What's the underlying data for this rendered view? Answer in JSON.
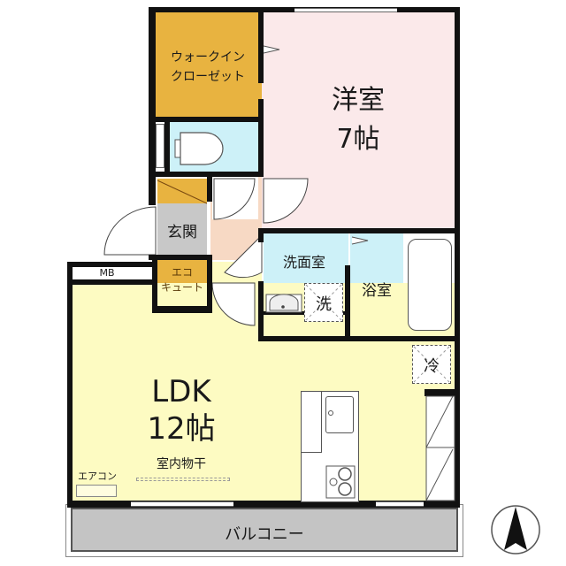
{
  "plan": {
    "colors": {
      "closet": "#e8b340",
      "western_room": "#fbe9ea",
      "wet_areas": "#cdf1f8",
      "entrance": "#c8c8c8",
      "hallway": "#f7d9c4",
      "ldk": "#fdfbc2",
      "balcony": "#c4c4c4",
      "wall": "#111111"
    },
    "rooms": {
      "walk_in_closet": {
        "line1": "ウォークイン",
        "line2": "クローゼット"
      },
      "western_room": {
        "name": "洋室",
        "size": "7帖"
      },
      "entrance": {
        "name": "玄関"
      },
      "eco_cute": {
        "line1": "エコ",
        "line2": "キュート"
      },
      "meter_box": {
        "name": "MB"
      },
      "washroom": {
        "name": "洗面室"
      },
      "washer": {
        "name": "洗"
      },
      "bathroom": {
        "name": "浴室"
      },
      "refrigerator": {
        "name": "冷"
      },
      "ldk": {
        "name": "LDK",
        "size": "12帖"
      },
      "indoor_drying": {
        "name": "室内物干"
      },
      "air_conditioner": {
        "name": "エアコン"
      },
      "balcony": {
        "name": "バルコニー"
      }
    },
    "compass": {
      "direction": "north"
    }
  }
}
